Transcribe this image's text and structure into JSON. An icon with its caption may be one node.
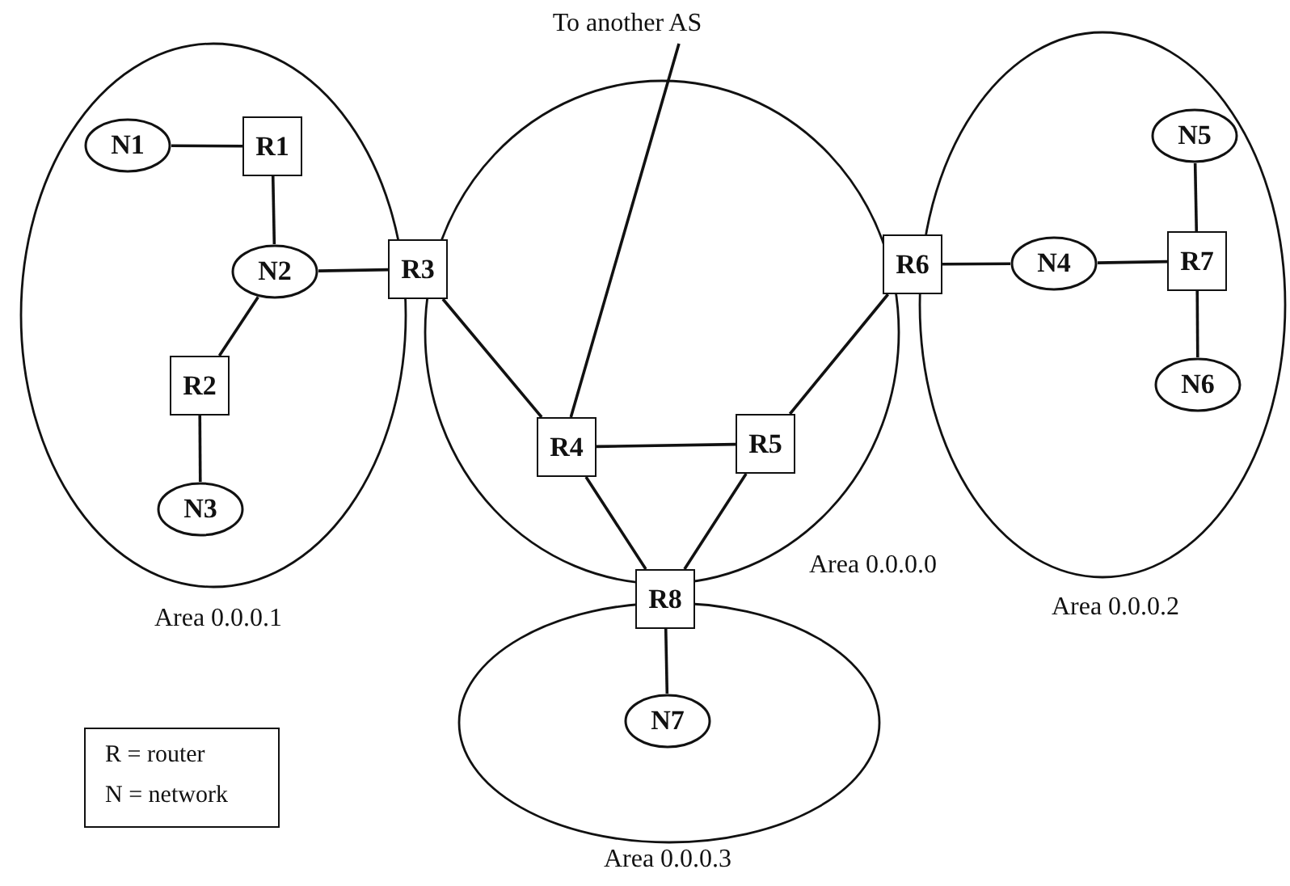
{
  "diagram": {
    "nodes": [
      {
        "text": [
          "To another AS"
        ]
      },
      {
        "text": [
          "Area 0.0.0.1"
        ]
      },
      {
        "text": [
          "N1"
        ],
        "in": 1
      },
      {
        "text": [
          "R1"
        ],
        "in": 1
      },
      {
        "text": [
          "N2"
        ],
        "in": 1
      },
      {
        "text": [
          "R2"
        ],
        "in": 1
      },
      {
        "text": [
          "N3"
        ],
        "in": 1
      },
      {
        "text": [
          "R3"
        ]
      },
      {
        "text": [
          "Area 0.0.0.0"
        ]
      },
      {
        "text": [
          "R4"
        ],
        "in": 8
      },
      {
        "text": [
          "R5"
        ],
        "in": 8
      },
      {
        "text": [
          "R6"
        ]
      },
      {
        "text": [
          "Area 0.0.0.2"
        ]
      },
      {
        "text": [
          "N4"
        ],
        "in": 12
      },
      {
        "text": [
          "R7"
        ],
        "in": 12
      },
      {
        "text": [
          "N5"
        ],
        "in": 12
      },
      {
        "text": [
          "N6"
        ],
        "in": 12
      },
      {
        "text": [
          "R8"
        ]
      },
      {
        "text": [
          "Area 0.0.0.3"
        ]
      },
      {
        "text": [
          "N7"
        ],
        "in": 18
      },
      {
        "text": [
          "R = router",
          "N = network"
        ]
      }
    ],
    "edges": [
      {
        "from": 2,
        "to": 3,
        "arrow": "none"
      },
      {
        "from": 3,
        "to": 4,
        "arrow": "none"
      },
      {
        "from": 4,
        "to": 7,
        "arrow": "none"
      },
      {
        "from": 4,
        "to": 5,
        "arrow": "none"
      },
      {
        "from": 5,
        "to": 6,
        "arrow": "none"
      },
      {
        "from": 7,
        "to": 9,
        "arrow": "none"
      },
      {
        "from": 0,
        "to": 9,
        "arrow": "none"
      },
      {
        "from": 9,
        "to": 10,
        "arrow": "none"
      },
      {
        "from": 9,
        "to": 17,
        "arrow": "none"
      },
      {
        "from": 10,
        "to": 17,
        "arrow": "none"
      },
      {
        "from": 10,
        "to": 11,
        "arrow": "none"
      },
      {
        "from": 11,
        "to": 13,
        "arrow": "none"
      },
      {
        "from": 13,
        "to": 14,
        "arrow": "none"
      },
      {
        "from": 15,
        "to": 14,
        "arrow": "none"
      },
      {
        "from": 14,
        "to": 16,
        "arrow": "none"
      },
      {
        "from": 17,
        "to": 19,
        "arrow": "none"
      }
    ]
  }
}
